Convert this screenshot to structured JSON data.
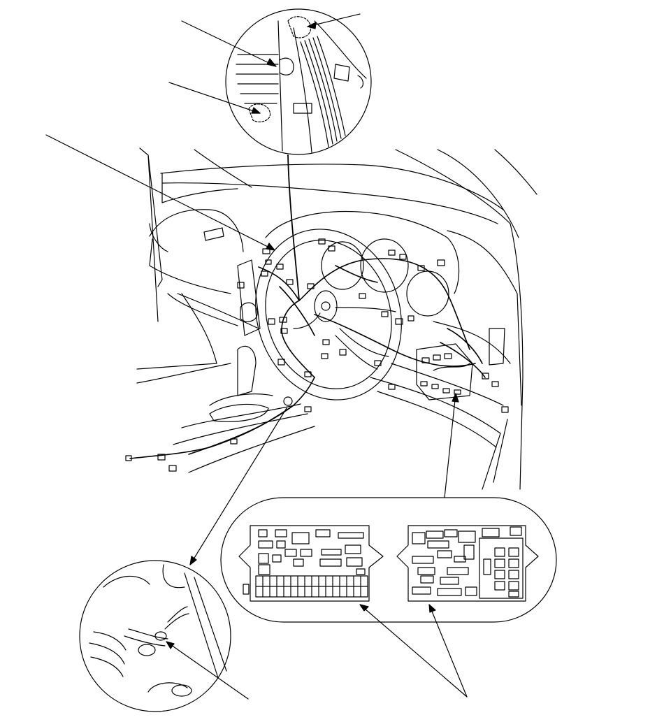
{
  "figure": {
    "kind": "wiring-harness-illustration",
    "text_labels": []
  },
  "callouts": [
    {
      "id": "upper-detail-lead-1"
    },
    {
      "id": "upper-detail-lead-2"
    },
    {
      "id": "upper-detail-lead-3"
    },
    {
      "id": "dash-connector-lead"
    },
    {
      "id": "lower-left-detail-lead"
    },
    {
      "id": "fuse-box-lead-left"
    },
    {
      "id": "fuse-box-lead-right"
    }
  ]
}
